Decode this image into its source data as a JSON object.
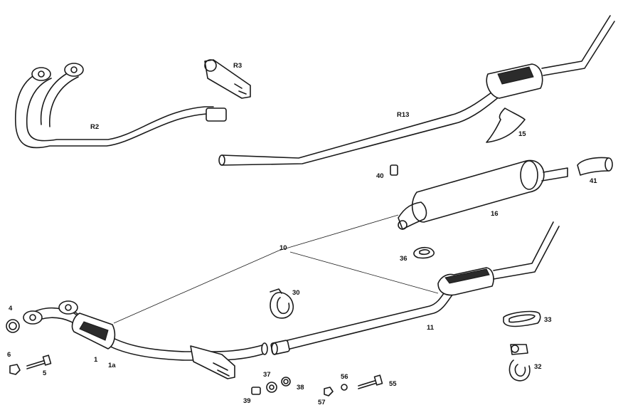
{
  "callouts": {
    "c_r2": "R2",
    "c_r3": "R3",
    "c_r13": "R13",
    "c_15": "15",
    "c_40": "40",
    "c_41": "41",
    "c_16": "16",
    "c_10": "10",
    "c_36": "36",
    "c_30": "30",
    "c_4": "4",
    "c_11": "11",
    "c_33": "33",
    "c_1": "1",
    "c_1a": "1a",
    "c_6": "6",
    "c_5": "5",
    "c_37": "37",
    "c_38": "38",
    "c_39": "39",
    "c_56": "56",
    "c_57": "57",
    "c_55": "55",
    "c_32": "32"
  }
}
